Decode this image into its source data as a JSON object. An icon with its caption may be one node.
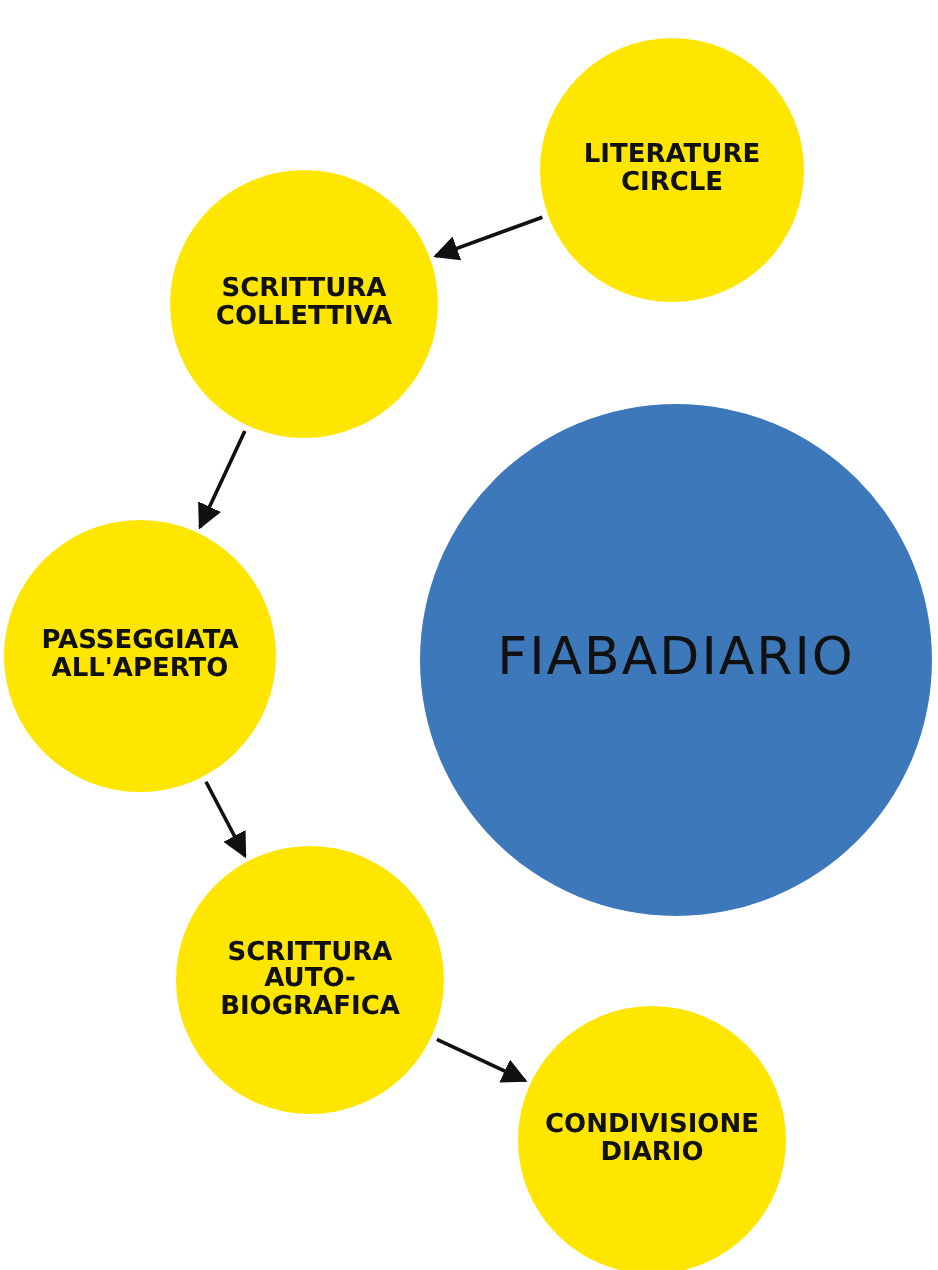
{
  "diagram": {
    "nodes": [
      {
        "text": [
          "LITERATURE CIRCLE"
        ]
      },
      {
        "text": [
          "SCRITTURA COLLETTIVA"
        ]
      },
      {
        "text": [
          "PASSEGGIATA ALL'APERTO"
        ]
      },
      {
        "text": [
          "SCRITTURA AUTO- BIOGRAFICA"
        ]
      },
      {
        "text": [
          "CONDIVISIONE DIARIO"
        ]
      },
      {
        "text": [
          "FIABADIARIO"
        ]
      }
    ],
    "edges": [
      {
        "from": 0,
        "to": 1,
        "arrow": "to"
      },
      {
        "from": 1,
        "to": 2,
        "arrow": "to"
      },
      {
        "from": 2,
        "to": 3,
        "arrow": "to"
      },
      {
        "from": 3,
        "to": 4,
        "arrow": "to"
      }
    ]
  }
}
